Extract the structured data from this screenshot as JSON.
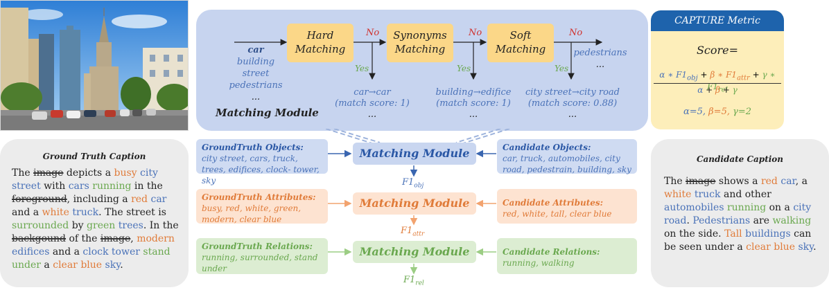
{
  "matching_panel": {
    "boxes": [
      "Hard\nMatching",
      "Synonyms\nMatching",
      "Soft\nMatching"
    ],
    "no_label": "No",
    "yes_label": "Yes",
    "input_list": [
      "car",
      "building",
      "street",
      "pedestrians",
      "..."
    ],
    "results": [
      {
        "pair": "car→car",
        "score": "(match score: 1)",
        "more": "..."
      },
      {
        "pair": "building→edifice",
        "score": "(match score: 1)",
        "more": "..."
      },
      {
        "pair": "city street→city road",
        "score": "(match score: 0.88)",
        "more": "..."
      }
    ],
    "remaining": [
      "pedestrians",
      "..."
    ],
    "module_label": "Matching Module"
  },
  "capture": {
    "title": "CAPTURE Metric",
    "score_label": "Score=",
    "numerator": "α ∗ F1obj + β ∗ F1attr + γ ∗ F1rel",
    "denominator": "α + β + γ",
    "weights": {
      "alpha": "α=5,",
      "beta": "β=5,",
      "gamma": "γ=2"
    }
  },
  "ground_truth_caption": {
    "title": "Ground Truth Caption"
  },
  "candidate_caption": {
    "title": "Candidate Caption"
  },
  "rows": [
    {
      "gt_head": "GroundTruth Objects:",
      "gt_text": "city street, cars, truck, trees, edifices, clock- tower, sky",
      "module": "Matching Module",
      "cand_head": "Candidate Objects:",
      "cand_text": "car, truck, automobiles, city road, pedestrain, building, sky",
      "f1": "F1",
      "f1_sub": "obj"
    },
    {
      "gt_head": "GroundTruth Attributes:",
      "gt_text": "busy, red, white, green, modern, clear blue",
      "module": "Matching Module",
      "cand_head": "Candidate Attributes:",
      "cand_text": "red, white, tall, clear blue",
      "f1": "F1",
      "f1_sub": "attr"
    },
    {
      "gt_head": "GroundTruth Relations:",
      "gt_text": "running, surrounded, stand under",
      "module": "Matching Module",
      "cand_head": "Candidate Relations:",
      "cand_text": "running, walking",
      "f1": "F1",
      "f1_sub": "rel"
    }
  ],
  "colors": {
    "objects": "#4a72b8",
    "attributes": "#e07b39",
    "relations": "#6aa84f",
    "header_blue": "#1e63ac"
  }
}
